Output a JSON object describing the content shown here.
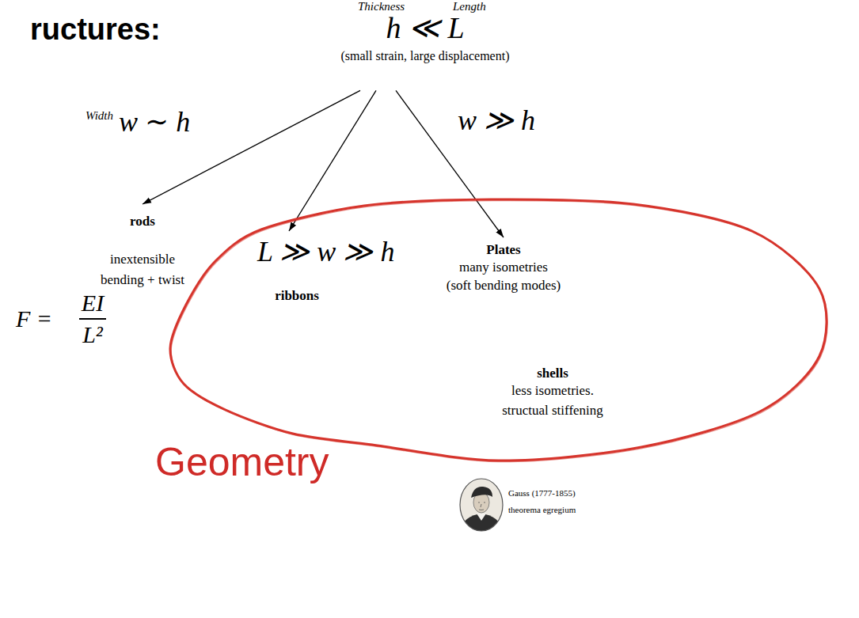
{
  "diagram": {
    "title": "ructures:",
    "nodes": [
      {
        "text": [
          "Thickness",
          "Length",
          "h ≪ L",
          "(small strain, large displacement)"
        ]
      },
      {
        "text": [
          "rods",
          "inextensible",
          "bending + twist",
          "F =",
          "EI",
          "L²"
        ]
      },
      {
        "text": [
          "Geometry"
        ]
      },
      {
        "text": [
          "L ≫ w ≫ h",
          "ribbons"
        ],
        "in": 2
      },
      {
        "text": [
          "Plates",
          "many isometries",
          "(soft bending modes)"
        ],
        "in": 2
      },
      {
        "text": [
          "shells",
          "less isometries.",
          "structual stiffening"
        ],
        "in": 2
      }
    ],
    "edges": [
      {
        "from": 0,
        "to": 1,
        "arrow": "to"
      },
      {
        "from": 0,
        "to": 3,
        "arrow": "to"
      },
      {
        "from": 0,
        "to": 4,
        "arrow": "to"
      }
    ],
    "labels": [
      "Width",
      "w ∼ h",
      "w ≫ h",
      "Gauss (1777-1855)",
      "theorema egregium"
    ]
  }
}
